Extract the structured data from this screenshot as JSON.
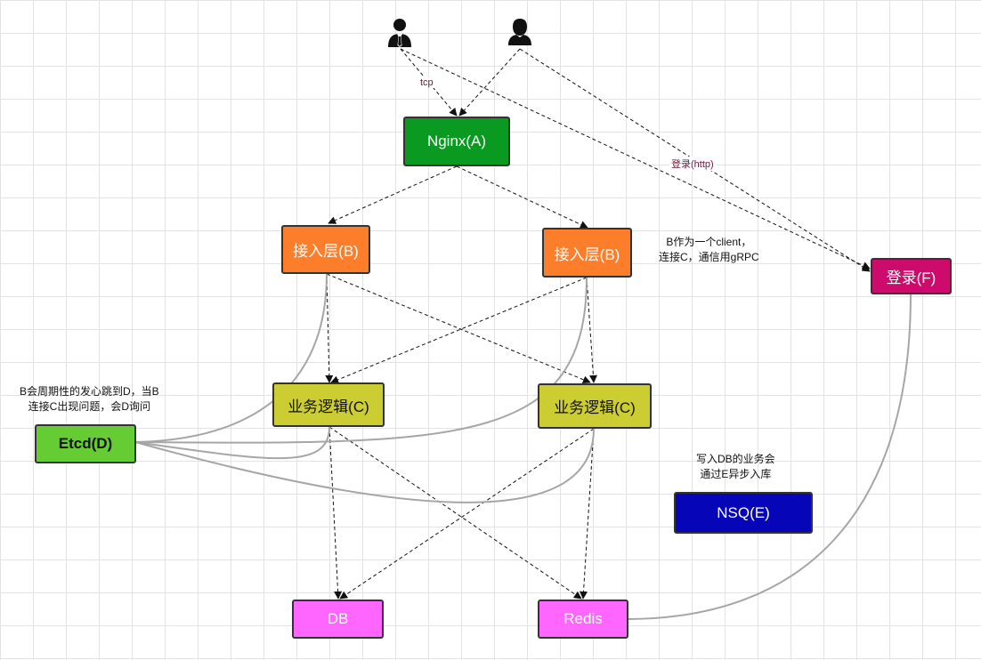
{
  "nodes": {
    "nginx": {
      "label": "Nginx(A)",
      "color": "#0a9a22"
    },
    "access_left": {
      "label": "接入层(B)",
      "color": "#fc7d2a"
    },
    "access_right": {
      "label": "接入层(B)",
      "color": "#fc7d2a"
    },
    "login": {
      "label": "登录(F)",
      "color": "#cc0b6c"
    },
    "logic_left": {
      "label": "业务逻辑(C)",
      "color": "#cccc33"
    },
    "logic_right": {
      "label": "业务逻辑(C)",
      "color": "#cccc33"
    },
    "etcd": {
      "label": "Etcd(D)",
      "color": "#66cc33"
    },
    "nsq": {
      "label": "NSQ(E)",
      "color": "#0606b8"
    },
    "db": {
      "label": "DB",
      "color": "#ff66ff"
    },
    "redis": {
      "label": "Redis",
      "color": "#ff66ff"
    }
  },
  "edge_labels": {
    "tcp": "tcp",
    "login_http": "登录(http)"
  },
  "notes": {
    "client_note": [
      "B作为一个client，",
      "连接C，通信用gRPC"
    ],
    "heartbeat_note": [
      "B会周期性的发心跳到D，当B",
      "连接C出现问题，会D询问"
    ],
    "nsq_note": [
      "写入DB的业务会",
      "通过E异步入库"
    ]
  },
  "icons": {
    "user_a": "user-with-tie-icon",
    "user_b": "user-icon"
  }
}
